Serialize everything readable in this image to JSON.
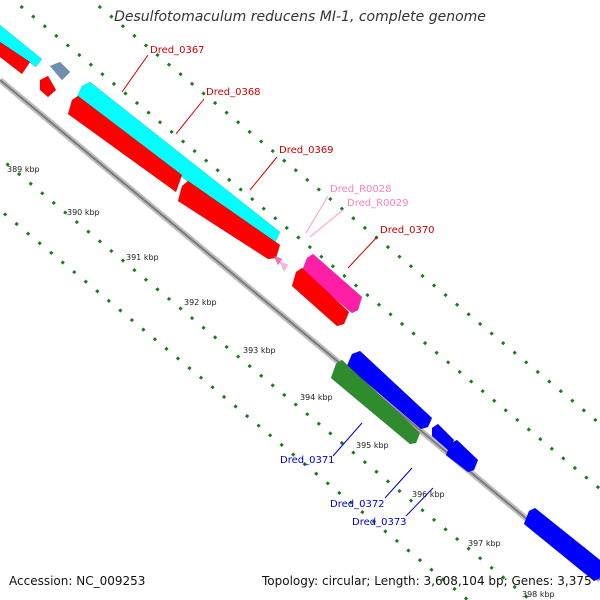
{
  "title": "Desulfotomaculum reducens MI-1, complete genome",
  "accession_text": "Accession: NC_009253",
  "stats_text": "Topology: circular; Length: 3,608,104 bp; Genes: 3,375",
  "colors": {
    "cds_forward": "#00ffff",
    "cds_reverse": "#ff0000",
    "rna": "#ff69b4",
    "highlight_forward": "#0000ff",
    "highlight_reverse": "#2e8b2e",
    "backbone": "#8c8c8c",
    "ticks": "#1f7a1f"
  },
  "kbp_labels": [
    "389 kbp",
    "390 kbp",
    "391 kbp",
    "392 kbp",
    "393 kbp",
    "394 kbp",
    "395 kbp",
    "396 kbp",
    "397 kbp",
    "398 kbp"
  ],
  "genes": [
    {
      "id": "Dred_0367",
      "strand": "reverse",
      "type": "CDS"
    },
    {
      "id": "Dred_0368",
      "strand": "forward",
      "type": "CDS"
    },
    {
      "id": "Dred_0369",
      "strand": "reverse",
      "type": "CDS"
    },
    {
      "id": "Dred_R0028",
      "strand": "forward",
      "type": "tRNA"
    },
    {
      "id": "Dred_R0029",
      "strand": "forward",
      "type": "tRNA"
    },
    {
      "id": "Dred_0370",
      "strand": "reverse",
      "type": "CDS"
    },
    {
      "id": "Dred_0371",
      "strand": "reverse",
      "type": "CDS"
    },
    {
      "id": "Dred_0372",
      "strand": "forward",
      "type": "CDS"
    },
    {
      "id": "Dred_0373",
      "strand": "forward",
      "type": "CDS"
    }
  ]
}
